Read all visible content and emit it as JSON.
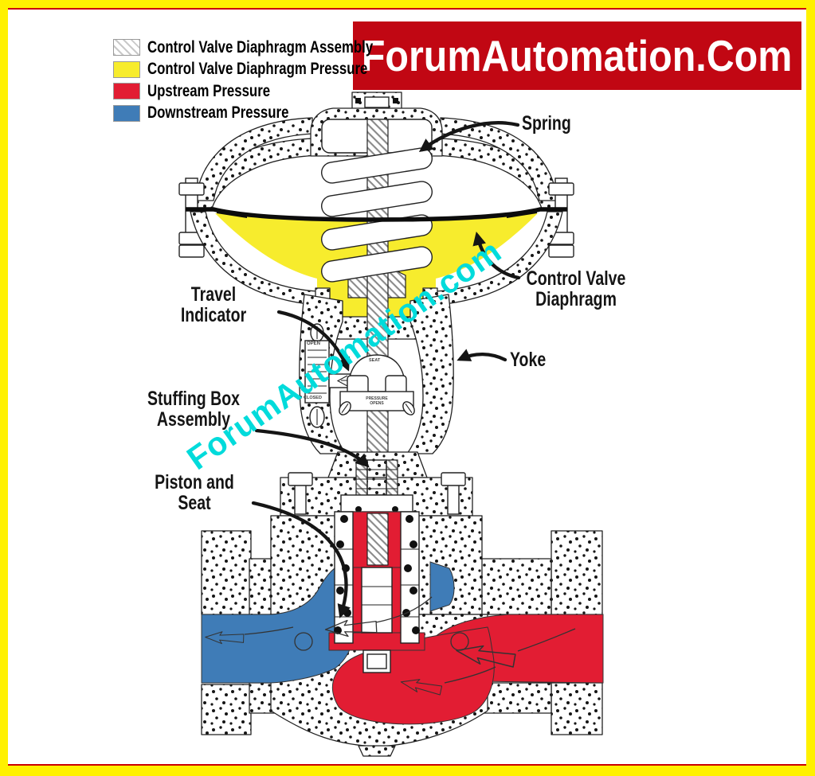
{
  "frame": {
    "border_color": "#FFF100",
    "pinstripe_color": "#CC0000",
    "background": "#FFFFFF"
  },
  "banner": {
    "text": "ForumAutomation.Com",
    "background": "#C10713",
    "text_color": "#FFFFFF"
  },
  "legend": {
    "items": [
      {
        "label": "Control Valve Diaphragm Assembly",
        "swatch": "hatched",
        "color": "#FFFFFF"
      },
      {
        "label": "Control Valve Diaphragm Pressure",
        "swatch": "solid",
        "color": "#F7EC2D"
      },
      {
        "label": "Upstream Pressure",
        "swatch": "solid",
        "color": "#E21D33"
      },
      {
        "label": "Downstream Pressure",
        "swatch": "solid",
        "color": "#3F7CB7"
      }
    ]
  },
  "diagram": {
    "labels": {
      "spring": "Spring",
      "control_valve_diaphragm": "Control Valve\nDiaphragm",
      "travel_indicator": "Travel\nIndicator",
      "yoke": "Yoke",
      "stuffing_box": "Stuffing Box\nAssembly",
      "piston_and_seat": "Piston and\nSeat"
    },
    "micro_labels": {
      "open": "OPEN",
      "closed": "CLOSED",
      "seat": "SEAT",
      "pressure_opens": "PRESSURE\nOPENS"
    },
    "colors": {
      "diaphragm_pressure": "#F7EC2D",
      "upstream": "#E21D33",
      "downstream": "#3F7CB7",
      "watermark": "#00DBDB"
    }
  },
  "watermark": {
    "text": "ForumAutomation.com"
  }
}
